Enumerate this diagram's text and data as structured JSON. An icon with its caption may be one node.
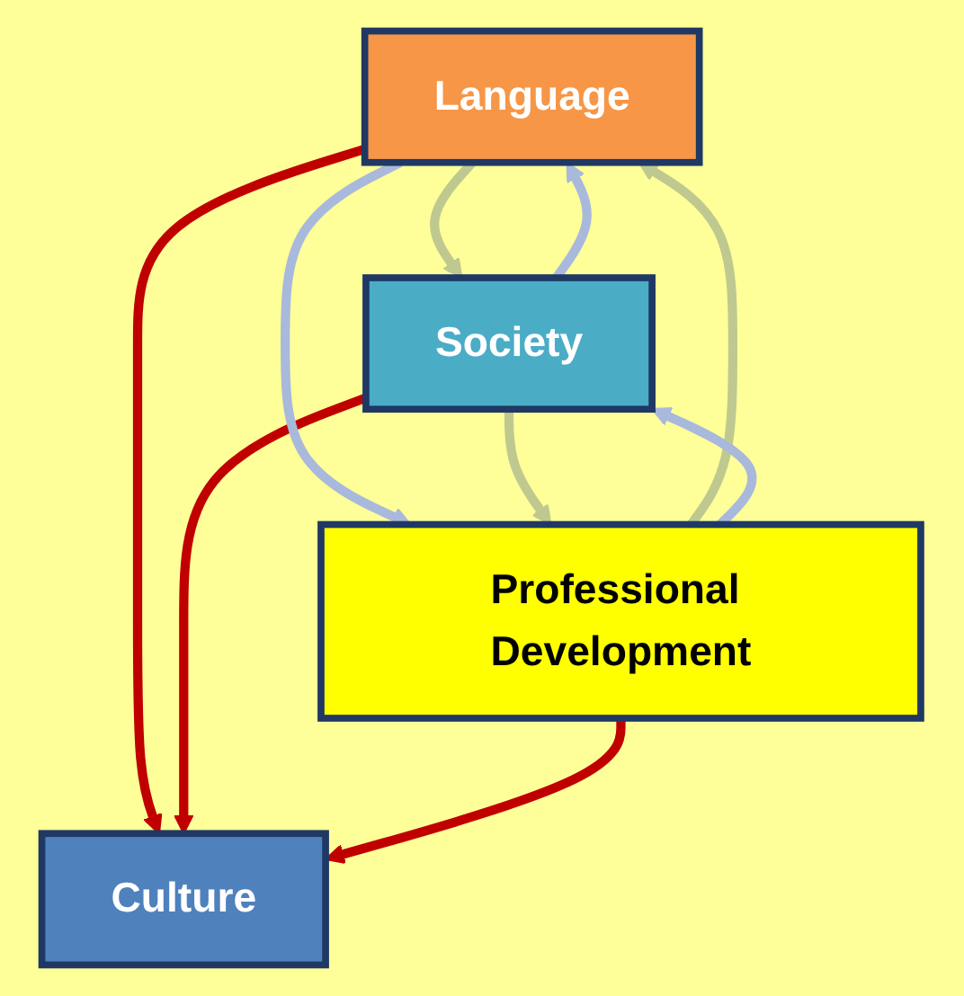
{
  "diagram": {
    "nodes": [
      {
        "text": [
          "Language"
        ]
      },
      {
        "text": [
          "Society"
        ]
      },
      {
        "text": [
          "Culture"
        ]
      },
      {
        "text": [
          "Professional Development"
        ]
      }
    ],
    "edges": [
      {
        "from": 1,
        "to": 0,
        "arrow": "to",
        "color": "#a9b9dc"
      },
      {
        "from": 0,
        "to": 1,
        "arrow": "to",
        "color": "#bfc98f"
      },
      {
        "from": 0,
        "to": 2,
        "arrow": "to",
        "color": "#c00000"
      },
      {
        "from": 1,
        "to": 2,
        "arrow": "to",
        "color": "#c00000"
      },
      {
        "from": 3,
        "to": 2,
        "arrow": "to",
        "color": "#c00000"
      },
      {
        "from": 0,
        "to": 3,
        "arrow": "to",
        "color": "#a9b9dc"
      },
      {
        "from": 3,
        "to": 0,
        "arrow": "to",
        "color": "#bfc98f"
      },
      {
        "from": 3,
        "to": 1,
        "arrow": "to",
        "color": "#a9b9dc"
      },
      {
        "from": 1,
        "to": 3,
        "arrow": "to",
        "color": "#bfc98f"
      }
    ]
  }
}
